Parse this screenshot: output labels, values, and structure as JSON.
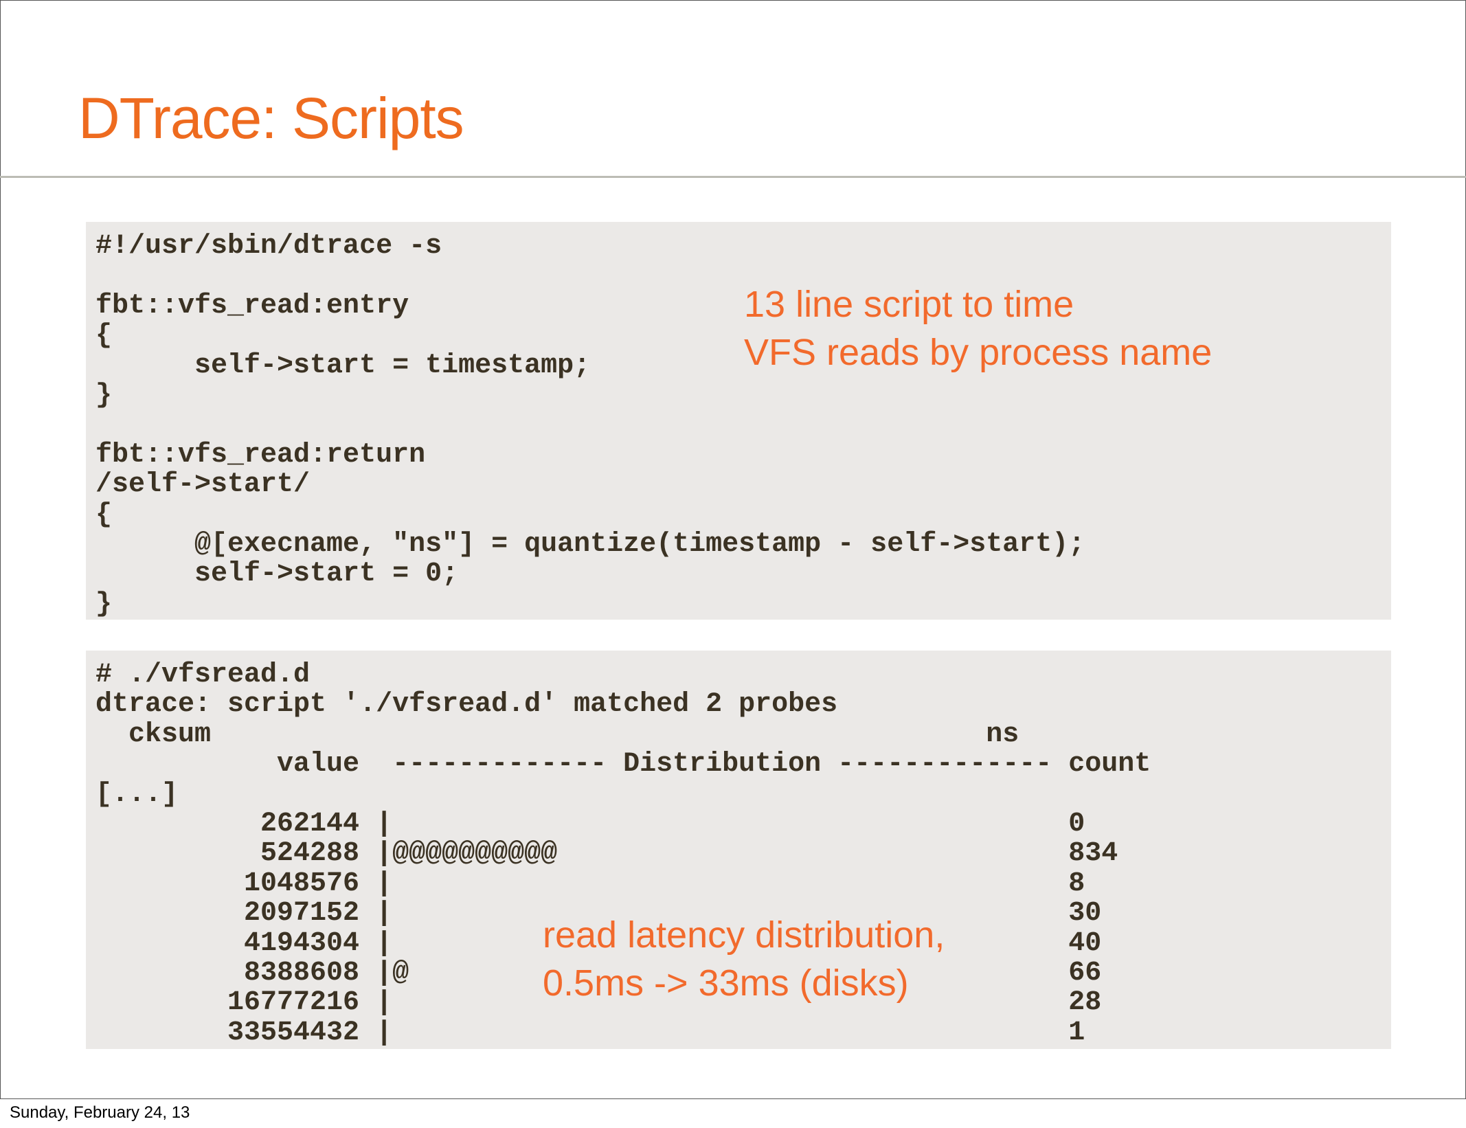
{
  "slide": {
    "title": "DTrace: Scripts",
    "footer": "Sunday, February 24, 13"
  },
  "script": {
    "lines": [
      "#!/usr/sbin/dtrace -s",
      "",
      "fbt::vfs_read:entry",
      "{",
      "      self->start = timestamp;",
      "}",
      "",
      "fbt::vfs_read:return",
      "/self->start/",
      "{",
      "      @[execname, \"ns\"] = quantize(timestamp - self->start);",
      "      self->start = 0;",
      "}"
    ],
    "note": [
      "13 line script to time",
      "VFS reads by process name"
    ]
  },
  "output": {
    "lines": [
      "# ./vfsread.d",
      "dtrace: script './vfsread.d' matched 2 probes",
      "  cksum                                               ns",
      "           value  ------------- Distribution ------------- count",
      "[...]"
    ],
    "rows": [
      {
        "value": "262144",
        "bar": "",
        "count": "0"
      },
      {
        "value": "524288",
        "bar": "@@@@@@@@@@",
        "count": "834"
      },
      {
        "value": "1048576",
        "bar": "",
        "count": "8"
      },
      {
        "value": "2097152",
        "bar": "",
        "count": "30"
      },
      {
        "value": "4194304",
        "bar": "",
        "count": "40"
      },
      {
        "value": "8388608",
        "bar": "@",
        "count": "66"
      },
      {
        "value": "16777216",
        "bar": "",
        "count": "28"
      },
      {
        "value": "33554432",
        "bar": "",
        "count": "1"
      }
    ],
    "note": [
      "read latency distribution,",
      "0.5ms -> 33ms (disks)"
    ]
  }
}
